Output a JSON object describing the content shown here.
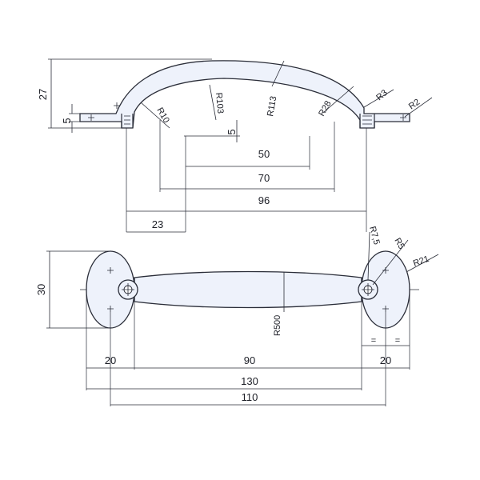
{
  "side_view": {
    "dimensions": {
      "height": "27",
      "foot": "5",
      "step": "5",
      "d50": "50",
      "d70": "70",
      "d96": "96",
      "d23": "23"
    },
    "radii": {
      "r10": "R10",
      "r103": "R103",
      "r113": "R113",
      "r28": "R28",
      "r3": "R3",
      "r2": "R2"
    }
  },
  "top_view": {
    "dimensions": {
      "width": "30",
      "d20_left": "20",
      "d90": "90",
      "d20_right": "20",
      "d130": "130",
      "d110": "110",
      "equal_a": "=",
      "equal_b": "="
    },
    "radii": {
      "r7_5": "R7,5",
      "r5": "R5",
      "r21": "R21",
      "r500": "R500"
    }
  }
}
